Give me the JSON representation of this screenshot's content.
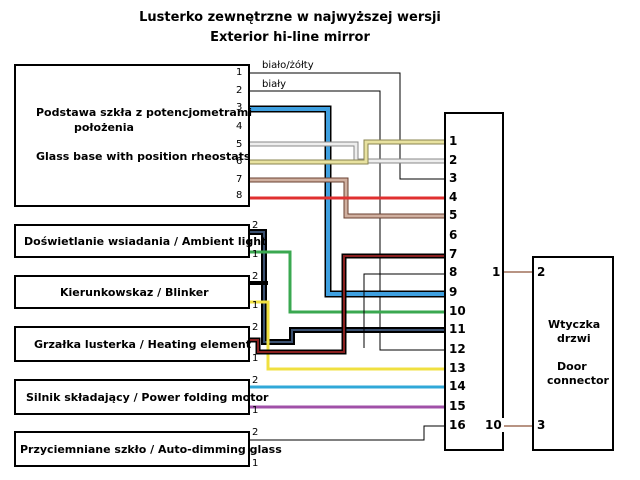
{
  "title_pl": "Lusterko zewnętrzne w najwyższej wersji",
  "title_en": "Exterior hi-line mirror",
  "glass_base": {
    "label_pl_1": "Podstawa szkła z potencjometrami",
    "label_pl_2": "położenia",
    "label_en": "Glass base with position rheostats",
    "pins": [
      "1",
      "2",
      "3",
      "4",
      "5",
      "6",
      "7",
      "8"
    ]
  },
  "wire_notes": {
    "white_yellow": "biało/żółty",
    "white": "biały"
  },
  "modules": [
    {
      "label": "Doświetlanie wsiadania / Ambient light",
      "pin_top": "2",
      "pin_bottom": "1"
    },
    {
      "label": "Kierunkowskaz / Blinker",
      "pin_top": "2",
      "pin_bottom": "1"
    },
    {
      "label": "Grzałka lusterka / Heating element",
      "pin_top": "2",
      "pin_bottom": "1"
    },
    {
      "label": "Silnik składający / Power folding motor",
      "pin_top": "2",
      "pin_bottom": "1"
    },
    {
      "label": "Przyciemniane szkło / Auto-dimming glass",
      "pin_top": "2",
      "pin_bottom": "1"
    }
  ],
  "connector_pins": [
    "1",
    "2",
    "3",
    "4",
    "5",
    "6",
    "7",
    "8",
    "9",
    "10",
    "11",
    "12",
    "13",
    "14",
    "15",
    "16"
  ],
  "bridge_labels": {
    "pin8_to": "1",
    "pin16_to": "10"
  },
  "door_connector": {
    "label_pl_1": "Wtyczka",
    "label_pl_2": "drzwi",
    "label_en_1": "Door",
    "label_en_2": "connector",
    "pins": [
      "2",
      "3"
    ]
  },
  "colors": {
    "blue": "#3fa0e0",
    "white": "#d9d9d9",
    "white_yellow": "#d6d08a",
    "brown": "#a0705a",
    "red": "#e03030",
    "green": "#3aa850",
    "yellow": "#f0e040",
    "cyan": "#30a8d8",
    "purple": "#a050a8",
    "black": "#000000",
    "dark_red": "#8a2020"
  }
}
